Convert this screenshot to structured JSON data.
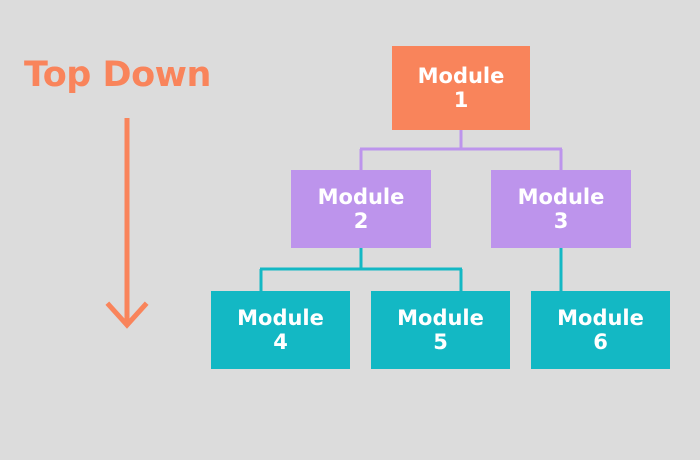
{
  "diagram": {
    "background_color": "#dcdcdc",
    "heading": {
      "text": "Top Down",
      "color": "#f9845b"
    },
    "arrow": {
      "name": "downward-arrow",
      "color": "#f9845b",
      "direction": "down"
    },
    "colors": {
      "orange": "#f9845b",
      "purple": "#bd94ec",
      "teal": "#13b8c4",
      "node_text": "#ffffff"
    },
    "levels": [
      {
        "level": 1,
        "color": "#f9845b",
        "nodes": [
          {
            "name": "Module",
            "number": "1"
          }
        ]
      },
      {
        "level": 2,
        "color": "#bd94ec",
        "nodes": [
          {
            "name": "Module",
            "number": "2"
          },
          {
            "name": "Module",
            "number": "3"
          }
        ]
      },
      {
        "level": 3,
        "color": "#13b8c4",
        "nodes": [
          {
            "name": "Module",
            "number": "4"
          },
          {
            "name": "Module",
            "number": "5"
          },
          {
            "name": "Module",
            "number": "6"
          }
        ]
      }
    ],
    "edges": [
      {
        "from": "Module 1",
        "to": "Module 2",
        "color": "#bd94ec"
      },
      {
        "from": "Module 1",
        "to": "Module 3",
        "color": "#bd94ec"
      },
      {
        "from": "Module 2",
        "to": "Module 4",
        "color": "#13b8c4"
      },
      {
        "from": "Module 2",
        "to": "Module 5",
        "color": "#13b8c4"
      },
      {
        "from": "Module 3",
        "to": "Module 6",
        "color": "#13b8c4"
      }
    ]
  }
}
